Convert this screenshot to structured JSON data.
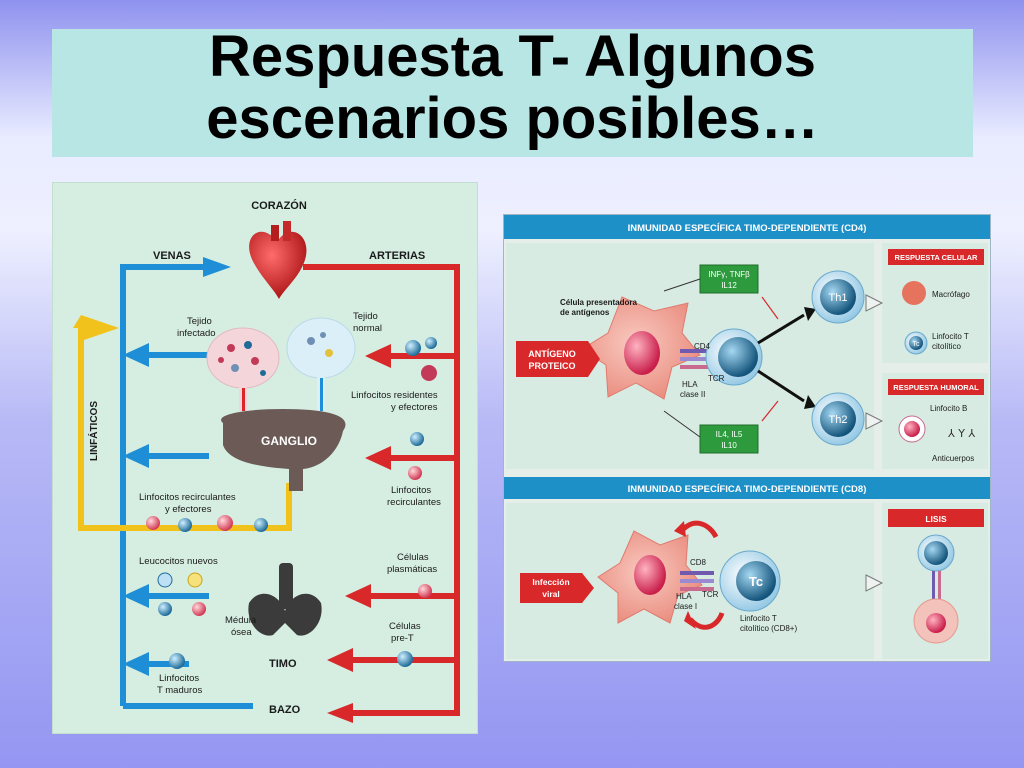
{
  "slide": {
    "title_line1": "Respuesta T- Algunos",
    "title_line2": "escenarios posibles…"
  },
  "left": {
    "corazon": "CORAZÓN",
    "venas": "VENAS",
    "arterias": "ARTERIAS",
    "linfaticos": "LINFÁTICOS",
    "tejido_infectado_1": "Tejido",
    "tejido_infectado_2": "infectado",
    "tejido_normal_1": "Tejido",
    "tejido_normal_2": "normal",
    "residentes_1": "Linfocitos residentes",
    "residentes_2": "y efectores",
    "ganglio": "GANGLIO",
    "recirculantes_r1": "Linfocitos",
    "recirculantes_r2": "recirculantes",
    "recirc_efectores_1": "Linfocitos recirculantes",
    "recirc_efectores_2": "y efectores",
    "leucocitos_nuevos": "Leucocitos nuevos",
    "plasmaticas_1": "Células",
    "plasmaticas_2": "plasmáticas",
    "medula_1": "Médula",
    "medula_2": "ósea",
    "pret_1": "Células",
    "pret_2": "pre-T",
    "timo": "TIMO",
    "t_maduros_1": "Linfocitos",
    "t_maduros_2": "T maduros",
    "bazo": "BAZO"
  },
  "right": {
    "cd4_header": "INMUNIDAD ESPECÍFICA TIMO-DEPENDIENTE (CD4)",
    "cd8_header": "INMUNIDAD ESPECÍFICA TIMO-DEPENDIENTE (CD8)",
    "cpa_1": "Célula presentadora",
    "cpa_2": "de antígenos",
    "antigeno_1": "ANTÍGENO",
    "antigeno_2": "PROTEICO",
    "inf_1": "INFγ, TNFβ",
    "inf_2": "IL12",
    "il4_1": "IL4, IL5",
    "il4_2": "IL10",
    "cd4": "CD4",
    "tcr": "TCR",
    "hla_1": "HLA",
    "hla_2": "clase II",
    "th1": "Th1",
    "th2": "Th2",
    "resp_celular": "RESPUESTA CELULAR",
    "macrofago": "Macrófago",
    "linfocito_t_1": "Linfocito T",
    "linfocito_t_2": "citolítico",
    "tc_small": "Tc",
    "resp_humoral": "RESPUESTA HUMORAL",
    "linfocito_b": "Linfocito B",
    "anticuerpos": "Anticuerpos",
    "infeccion_1": "Infección",
    "infeccion_2": "viral",
    "cd8": "CD8",
    "tcr2": "TCR",
    "hla1_1": "HLA",
    "hla1_2": "clase I",
    "tc": "Tc",
    "tc_cd8_1": "Linfocito T",
    "tc_cd8_2": "citolítico (CD8+)",
    "lisis": "LISIS"
  },
  "colors": {
    "vein_blue": "#1e8fd6",
    "artery_red": "#d9282a",
    "lymph_yellow": "#f1c21b",
    "header_blue": "#1e90c8",
    "label_red": "#d9282a"
  }
}
